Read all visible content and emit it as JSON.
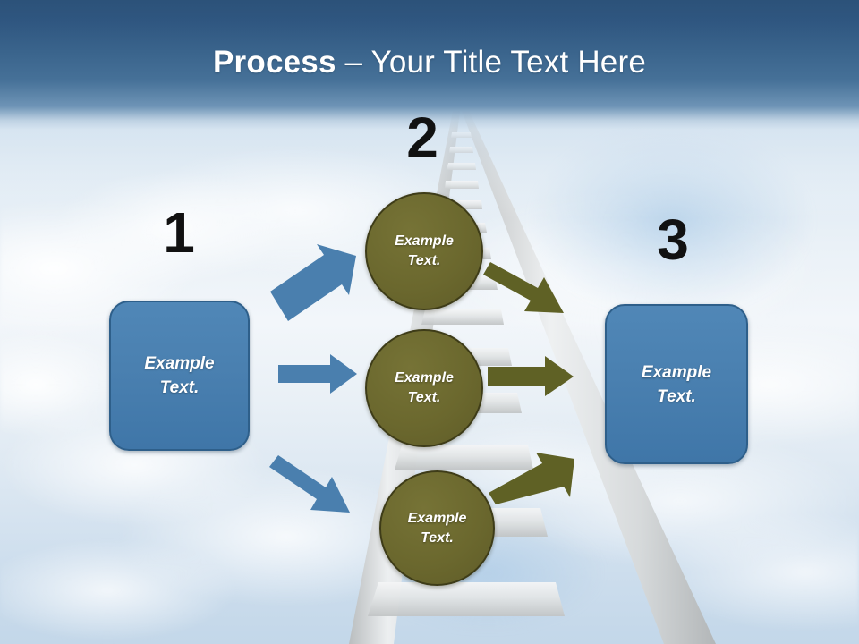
{
  "slide": {
    "title_bold": "Process",
    "title_rest": " – Your Title Text Here",
    "background_scene": "ladder-into-clouds-sky"
  },
  "colors": {
    "title_band_top": "#2c5279",
    "title_band_bottom": "#6e94b6",
    "title_text": "#ffffff",
    "box_fill": "#4a80b0",
    "box_border": "#2e5f8a",
    "circle_fill": "#6b682e",
    "circle_border": "#3e3c18",
    "blue_arrow": "#4a7fae",
    "olive_arrow": "#5f6125",
    "step_number": "#111111"
  },
  "steps": [
    {
      "number": "1",
      "id": "step-1"
    },
    {
      "number": "2",
      "id": "step-2"
    },
    {
      "number": "3",
      "id": "step-3"
    }
  ],
  "nodes": {
    "left_box": {
      "line1": "Example",
      "line2": "Text."
    },
    "circle_top": {
      "line1": "Example",
      "line2": "Text."
    },
    "circle_middle": {
      "line1": "Example",
      "line2": "Text."
    },
    "circle_bottom": {
      "line1": "Example",
      "line2": "Text."
    },
    "right_box": {
      "line1": "Example",
      "line2": "Text."
    }
  },
  "connectors": [
    {
      "id": "blue-arrow-up",
      "color": "#4a7fae",
      "direction": "up-right",
      "from": "left-box",
      "to": "circle-top"
    },
    {
      "id": "blue-arrow-right",
      "color": "#4a7fae",
      "direction": "right",
      "from": "left-box",
      "to": "circle-middle"
    },
    {
      "id": "blue-arrow-down",
      "color": "#4a7fae",
      "direction": "down-right",
      "from": "left-box",
      "to": "circle-bottom"
    },
    {
      "id": "olive-arrow-down",
      "color": "#5f6125",
      "direction": "down-right",
      "from": "circle-top",
      "to": "right-box"
    },
    {
      "id": "olive-arrow-right",
      "color": "#5f6125",
      "direction": "right",
      "from": "circle-middle",
      "to": "right-box"
    },
    {
      "id": "olive-arrow-up",
      "color": "#5f6125",
      "direction": "up-right",
      "from": "circle-bottom",
      "to": "right-box"
    }
  ]
}
